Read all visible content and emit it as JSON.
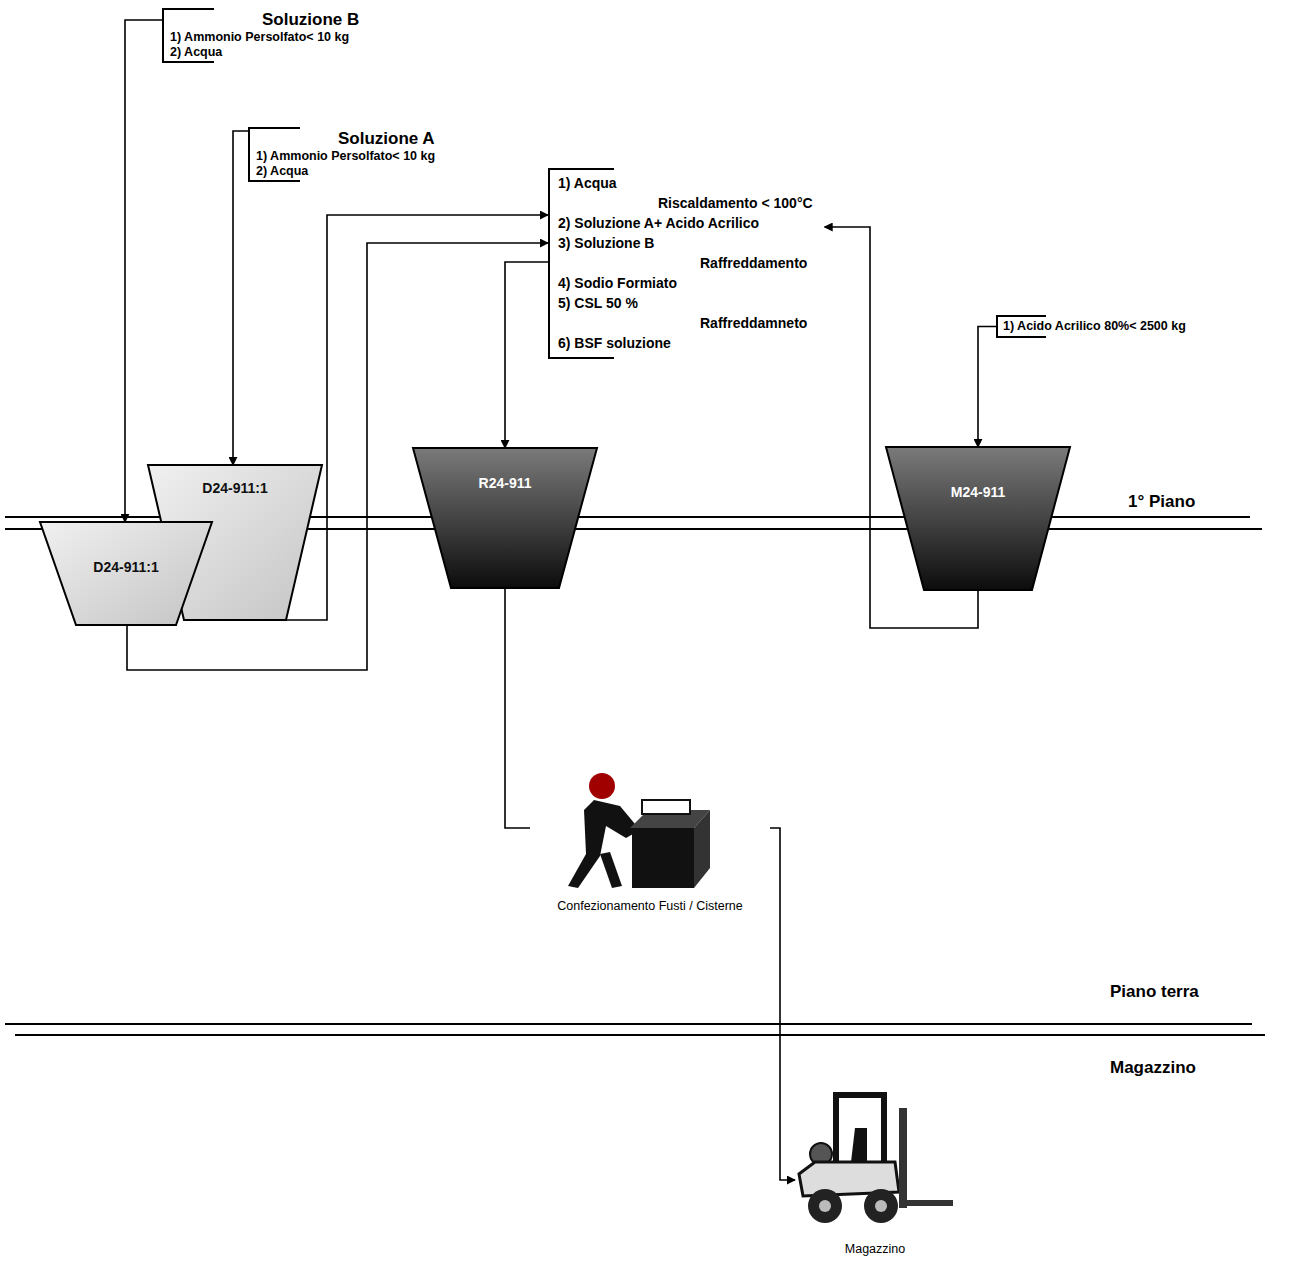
{
  "diagram": {
    "nodes": [
      {
        "text": [
          "Soluzione B",
          "1) Ammonio Persolfato< 10 kg",
          "2) Acqua"
        ]
      },
      {
        "text": [
          "Soluzione A",
          "1) Ammonio Persolfato< 10 kg",
          "2) Acqua"
        ]
      },
      {
        "text": [
          "1) Acqua",
          "Riscaldamento < 100°C",
          "2) Soluzione A+ Acido Acrilico",
          "3) Soluzione B",
          "Raffreddamento",
          "4) Sodio Formiato",
          "5) CSL 50 %",
          "Raffreddamneto",
          "6) BSF soluzione"
        ]
      },
      {
        "text": [
          "1) Acido Acrilico 80%< 2500 kg"
        ]
      },
      {
        "text": [
          "D24-911:1"
        ]
      },
      {
        "text": [
          "D24-911:1"
        ]
      },
      {
        "text": [
          "R24-911"
        ]
      },
      {
        "text": [
          "M24-911"
        ]
      },
      {
        "text": [
          "Confezionamento Fusti / Cisterne"
        ]
      },
      {
        "text": [
          "Magazzino"
        ]
      }
    ],
    "edges": [
      {
        "from": 0,
        "to": 5,
        "arrow": "to"
      },
      {
        "from": 1,
        "to": 4,
        "arrow": "to"
      },
      {
        "from": 4,
        "to": 2,
        "arrow": "to"
      },
      {
        "from": 5,
        "to": 2,
        "arrow": "to"
      },
      {
        "from": 2,
        "to": 6,
        "arrow": "to"
      },
      {
        "from": 3,
        "to": 7,
        "arrow": "to"
      },
      {
        "from": 7,
        "to": 2,
        "arrow": "to"
      },
      {
        "from": 6,
        "to": 8,
        "arrow": "none"
      },
      {
        "from": 8,
        "to": 9,
        "arrow": "to"
      }
    ],
    "labels": [
      "1° Piano",
      "Piano terra",
      "Magazzino"
    ]
  }
}
